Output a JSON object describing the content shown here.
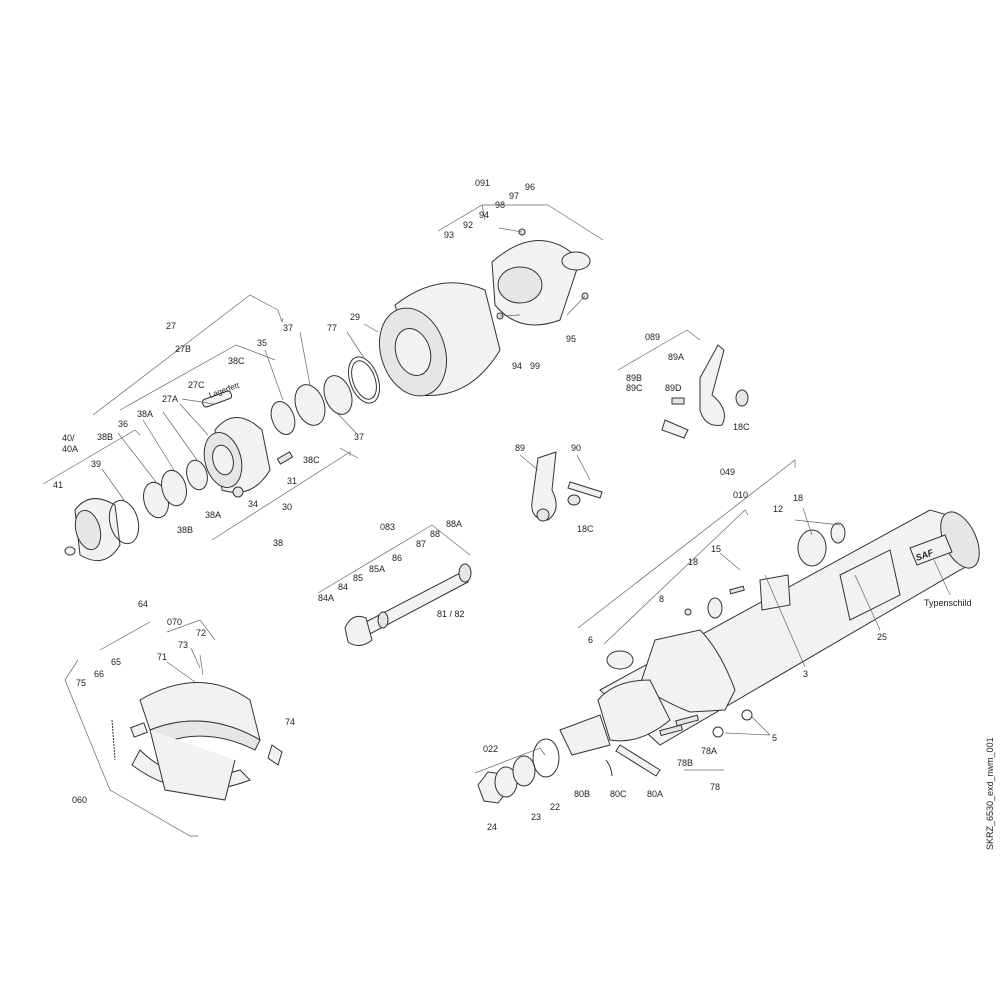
{
  "drawing_id": "SKRZ_6530_exd_nwm_001",
  "plate_label": "Typenschild",
  "plate_logo": "SAF",
  "lagerfett_label": "Lagerfett",
  "labels": {
    "l_091": "091",
    "l_96": "96",
    "l_97": "97",
    "l_98": "98",
    "l_94a": "94",
    "l_92": "92",
    "l_93": "93",
    "l_95": "95",
    "l_94b": "94",
    "l_99": "99",
    "l_29": "29",
    "l_77": "77",
    "l_37a": "37",
    "l_37b": "37",
    "l_35": "35",
    "l_38C_a": "38C",
    "l_38C_b": "38C",
    "l_27": "27",
    "l_27B": "27B",
    "l_27C": "27C",
    "l_27A": "27A",
    "l_38A_a": "38A",
    "l_38A_b": "38A",
    "l_36": "36",
    "l_38B_a": "38B",
    "l_38B_b": "38B",
    "l_40_40A": "40/\n40A",
    "l_39": "39",
    "l_41": "41",
    "l_31": "31",
    "l_34": "34",
    "l_30": "30",
    "l_38": "38",
    "l_089": "089",
    "l_89A": "89A",
    "l_89B": "89B",
    "l_89C": "89C",
    "l_89D": "89D",
    "l_18C_a": "18C",
    "l_89": "89",
    "l_90": "90",
    "l_18C_b": "18C",
    "l_049": "049",
    "l_010": "010",
    "l_18a": "18",
    "l_12": "12",
    "l_18b": "18",
    "l_15": "15",
    "l_8": "8",
    "l_6": "6",
    "l_3": "3",
    "l_25": "25",
    "l_5": "5",
    "l_083": "083",
    "l_88A": "88A",
    "l_88": "88",
    "l_87": "87",
    "l_86": "86",
    "l_85A": "85A",
    "l_85": "85",
    "l_84": "84",
    "l_84A": "84A",
    "l_81_82": "81 / 82",
    "l_64": "64",
    "l_070": "070",
    "l_72": "72",
    "l_73": "73",
    "l_71": "71",
    "l_65": "65",
    "l_66": "66",
    "l_75": "75",
    "l_74": "74",
    "l_060": "060",
    "l_022": "022",
    "l_24": "24",
    "l_23": "23",
    "l_22": "22",
    "l_80B": "80B",
    "l_80C": "80C",
    "l_80A": "80A",
    "l_78B": "78B",
    "l_78A": "78A",
    "l_78": "78"
  }
}
